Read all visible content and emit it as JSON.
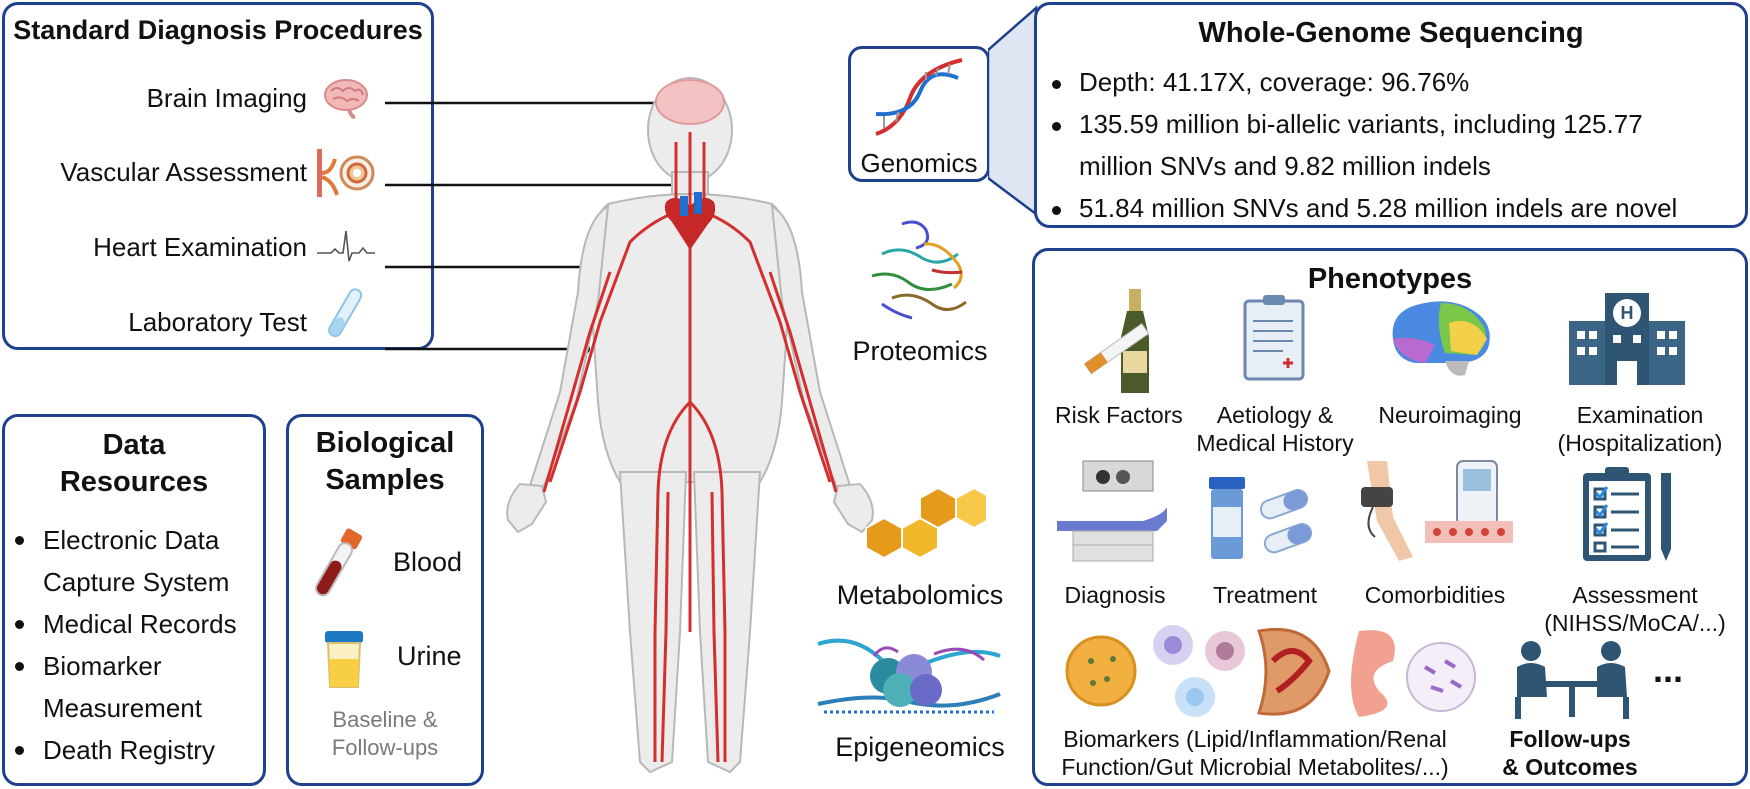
{
  "standard": {
    "title": "Standard Diagnosis Procedures",
    "items": [
      "Brain Imaging",
      "Vascular Assessment",
      "Heart Examination",
      "Laboratory Test"
    ],
    "icons": [
      "brain-icon",
      "blood-vessel-icon",
      "ecg-wave-icon",
      "test-tube-icon"
    ]
  },
  "data_resources": {
    "title_line1": "Data",
    "title_line2": "Resources",
    "items": [
      "Electronic Data",
      "Capture System",
      "Medical Records",
      "Biomarker",
      "Measurement",
      "Death Registry"
    ]
  },
  "bio_samples": {
    "title_line1": "Biological",
    "title_line2": "Samples",
    "blood": "Blood",
    "urine": "Urine",
    "note_line1": "Baseline &",
    "note_line2": "Follow-ups"
  },
  "omics": {
    "genomics": "Genomics",
    "proteomics": "Proteomics",
    "metabolomics": "Metabolomics",
    "epigenomics": "Epigeneomics"
  },
  "wgs": {
    "title": "Whole-Genome Sequencing",
    "bullet1": "Depth: 41.17X, coverage: 96.76%",
    "bullet2_line1": "135.59 million bi-allelic variants, including 125.77",
    "bullet2_line2": "million SNVs and 9.82 million indels",
    "bullet3": "51.84 million SNVs and 5.28 million indels are novel"
  },
  "phenotypes": {
    "title": "Phenotypes",
    "risk": "Risk Factors",
    "aetiology_line1": "Aetiology &",
    "aetiology_line2": "Medical History",
    "neuro": "Neuroimaging",
    "exam_line1": "Examination",
    "exam_line2": "(Hospitalization)",
    "diagnosis": "Diagnosis",
    "treatment": "Treatment",
    "comorbidities": "Comorbidities",
    "assessment_line1": "Assessment",
    "assessment_line2": "(NIHSS/MoCA/...)",
    "biomarkers_line1": "Biomarkers (Lipid/Inflammation/Renal",
    "biomarkers_line2": "Function/Gut Microbial Metabolites/...)",
    "followups_line1": "Follow-ups",
    "followups_line2": "& Outcomes",
    "more": "..."
  },
  "colors": {
    "border": "#1f3f8f",
    "artery": "#d32f2f",
    "body": "#ececec",
    "grey_text": "#7a7a7a"
  }
}
